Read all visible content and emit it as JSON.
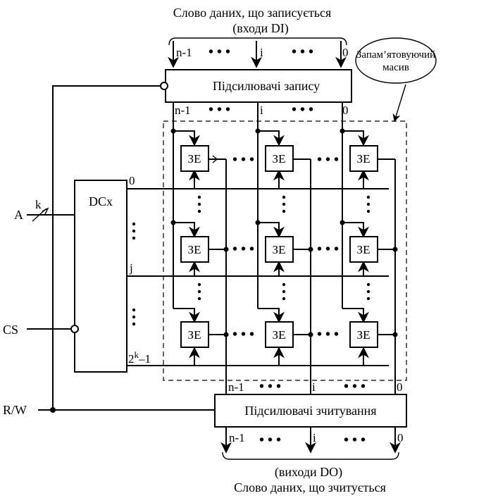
{
  "title_top": {
    "line1": "Слово даних, що записується",
    "line2": "(входи DI)"
  },
  "title_bottom": {
    "line1": "(виходи DO)",
    "line2": "Слово даних, що зчитується"
  },
  "memory_array_label": {
    "line1": "Запам’ятовуючий",
    "line2": "масив"
  },
  "write_amplifiers_label": "Підсилювачі запису",
  "read_amplifiers_label": "Підсилювачі зчитування",
  "decoder_label": "DCx",
  "cell_label": "ЗЕ",
  "bit_labels": {
    "msb": "n-1",
    "mid": "i",
    "lsb": "0"
  },
  "row_labels": {
    "first": "0",
    "mid": "j",
    "last_base": "2",
    "last_exp": "k",
    "last_suffix": "–1"
  },
  "inputs": {
    "address": "A",
    "address_width": "k",
    "chip_select": "CS",
    "read_write": "R/W"
  },
  "ellipsis": "• • •"
}
